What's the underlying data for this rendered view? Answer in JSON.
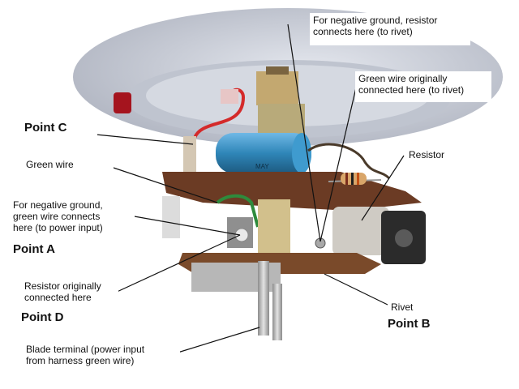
{
  "annotations": {
    "neg_ground_resistor": "For negative ground, resistor\nconnects here (to rivet)",
    "green_wire_original": "Green wire originally\nconnected here (to rivet)",
    "point_c": "Point C",
    "green_wire": "Green wire",
    "resistor": "Resistor",
    "neg_ground_green": "For negative ground,\ngreen wire connects\nhere (to power input)",
    "point_a": "Point A",
    "resistor_original": "Resistor originally\nconnected here",
    "point_d": "Point D",
    "rivet": "Rivet",
    "point_b": "Point B",
    "blade_terminal": "Blade terminal (power input\nfrom  harness green wire)"
  },
  "colors": {
    "capacitor": "#2f86b8",
    "wire_red": "#d42a2a",
    "wire_green": "#2e8b3c",
    "board": "#6b3b24",
    "dish": "#c9cdd6"
  }
}
